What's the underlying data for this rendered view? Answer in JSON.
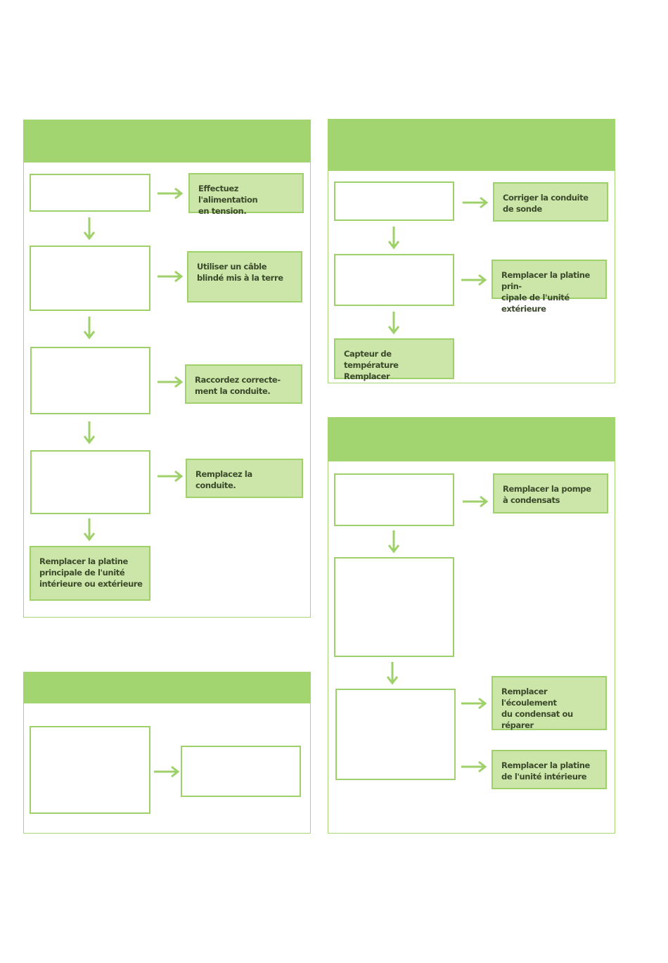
{
  "colors": {
    "header_green": "#a2d56f",
    "box_border": "#9fd16b",
    "box_fill": "#cbe6a8",
    "arrow_green": "#9fd16b",
    "panel_border": "#a7d676"
  },
  "panel1": {
    "actions": [
      "Effectuez l'alimentation\nen tension.",
      "Utiliser un câble\nblindé mis à la terre",
      "Raccordez correcte-\nment la conduite.",
      "Remplacez la\nconduite."
    ],
    "final": "Remplacer la platine\nprincipale de l'unité\nintérieure ou extérieure"
  },
  "panel2": {
    "actions": [
      "Corriger la conduite\nde sonde",
      "Remplacer la platine prin-\ncipale de l'unité extérieure"
    ],
    "final": "Capteur de température\nRemplacer"
  },
  "panel4": {
    "actions": [
      "Remplacer la pompe\nà condensats",
      "Remplacer l'écoulement\ndu condensat ou\nréparer",
      "Remplacer la platine\nde l'unité intérieure"
    ]
  }
}
